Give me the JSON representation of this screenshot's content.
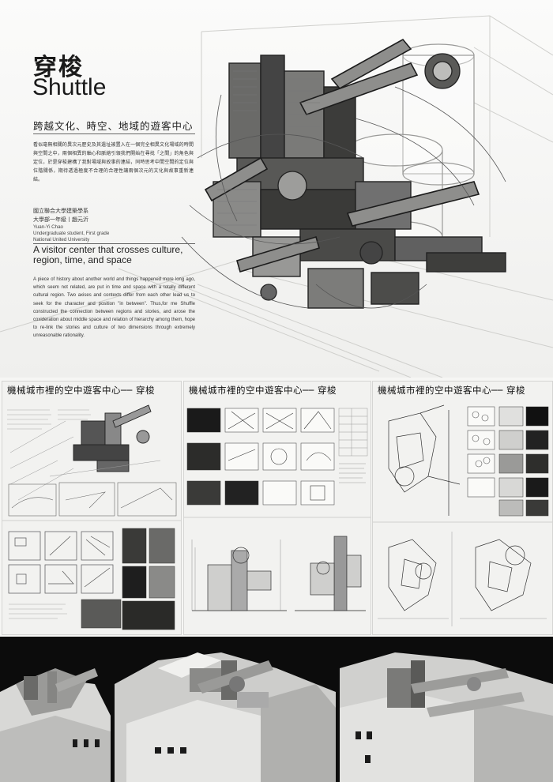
{
  "hero": {
    "title_cn": "穿梭",
    "title_en": "Shuttle",
    "subtitle_cn": "跨越文化、時空、地域的遊客中心",
    "description_cn": "看似毫無相關的異次元歷史及其遺址被置入在一個完全相異文化場域的時間與空間之中，兩個相異的軸心和脈絡引領我們開始在尋找「之間」的角色與定位，於是穿梭建構了我對場域與故事的連結，同時思考中間空間的定位與位階關係，期待透過極度不合理的合理性讓兩個次元的文化與故事重新連結。",
    "school_cn": "國立聯合大學建築學系",
    "student_cn": "大學部一年級丨趙元沂",
    "name_en": "Yuan-Yi Chao",
    "grade_en": "Undergraduate student, First grade",
    "univ_en": "National United University",
    "subtitle_en": "A visitor center that crosses culture, region, time, and space",
    "description_en": "A piece of history about another world and things happened more long ago, which seem not related, are put in time and space with a totally different cultural region. Two axises and contexts differ from each other lead us to seek for the character and position \"in between\". Thus,for me Shuffle constructed the connection between regions and stories, and arose the coxideration about middle space and relation of hierarchy among them, hope to re-link the stories and culture of two dimensions through extremely unreasonable rationality."
  },
  "boards": [
    {
      "title": "機械城市裡的空中遊客中心── 穿梭"
    },
    {
      "title": "機械城市裡的空中遊客中心── 穿梭"
    },
    {
      "title": "機械城市裡的空中遊客中心── 穿梭"
    }
  ]
}
